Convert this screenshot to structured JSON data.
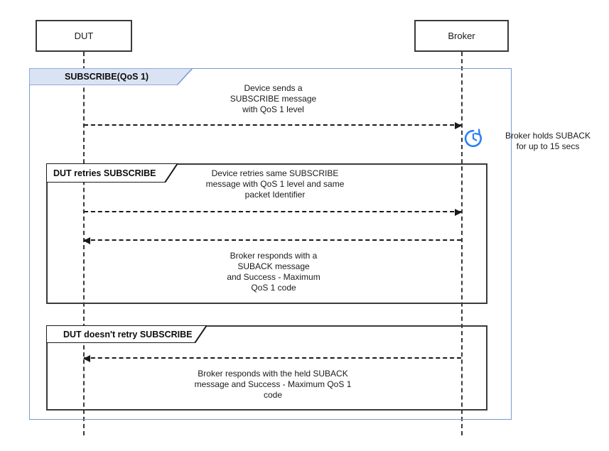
{
  "diagram": {
    "title": "MQTT SUBSCRIBE QoS 1 sequence",
    "type": "uml-sequence-diagram",
    "colors": {
      "outer_frame_border": "#7699d4",
      "outer_tab_fill": "#dae3f3",
      "inner_frame_border": "#3a3a3a",
      "line": "#1a1a1a",
      "timer_icon": "#2d7ff9",
      "background": "#ffffff"
    }
  },
  "participants": [
    {
      "id": "dut",
      "label": "DUT"
    },
    {
      "id": "broker",
      "label": "Broker"
    }
  ],
  "fragments": [
    {
      "id": "outer",
      "label": "SUBSCRIBE(QoS 1)",
      "style": "outer"
    },
    {
      "id": "retry",
      "label": "DUT retries SUBSCRIBE",
      "style": "inner"
    },
    {
      "id": "no-retry",
      "label": "DUT doesn't retry SUBSCRIBE",
      "style": "inner"
    }
  ],
  "messages": [
    {
      "id": "m1",
      "from": "dut",
      "to": "broker",
      "direction": "right",
      "note": "Device sends a\nSUBSCRIBE message\nwith QoS 1 level"
    },
    {
      "id": "m2",
      "from": "dut",
      "to": "broker",
      "direction": "right",
      "note": "Device retries same SUBSCRIBE\nmessage with QoS 1 level and same\npacket Identifier"
    },
    {
      "id": "m3",
      "from": "broker",
      "to": "dut",
      "direction": "left",
      "note": "Broker responds with a\nSUBACK message\nand Success - Maximum\nQoS 1  code"
    },
    {
      "id": "m4",
      "from": "broker",
      "to": "dut",
      "direction": "left",
      "note": "Broker responds with the held SUBACK\nmessage and Success - Maximum QoS 1\ncode"
    }
  ],
  "annotations": [
    {
      "id": "timer",
      "icon": "timer-icon",
      "text": "Broker holds SUBACK\nfor up to 15 secs"
    }
  ]
}
